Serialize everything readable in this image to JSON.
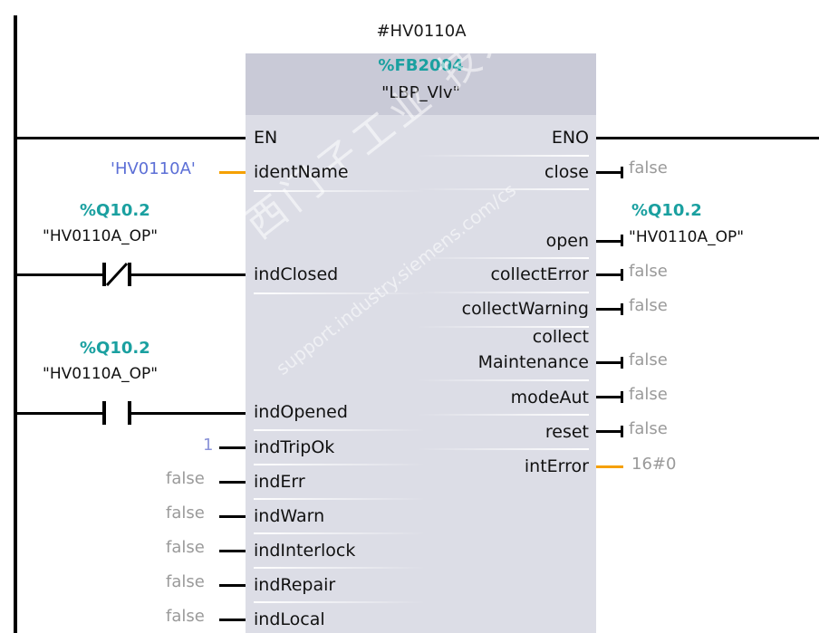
{
  "block": {
    "instance_name": "#HV0110A",
    "fb_number": "%FB2004",
    "fb_name": "\"LBP_Vlv\""
  },
  "inputs": [
    {
      "pin": "EN",
      "connection": "power-rail"
    },
    {
      "pin": "identName",
      "value": "'HV0110A'"
    },
    {
      "pin": "indClosed",
      "contact": "normally-closed",
      "address": "%Q10.2",
      "tag": "\"HV0110A_OP\""
    },
    {
      "pin": "indOpened",
      "contact": "normally-open",
      "address": "%Q10.2",
      "tag": "\"HV0110A_OP\""
    },
    {
      "pin": "indTripOk",
      "value": "1"
    },
    {
      "pin": "indErr",
      "value": "false"
    },
    {
      "pin": "indWarn",
      "value": "false"
    },
    {
      "pin": "indInterlock",
      "value": "false"
    },
    {
      "pin": "indRepair",
      "value": "false"
    },
    {
      "pin": "indLocal",
      "value": "false"
    }
  ],
  "outputs": [
    {
      "pin": "ENO",
      "connection": "rung"
    },
    {
      "pin": "close",
      "value": "false"
    },
    {
      "pin": "open",
      "address": "%Q10.2",
      "tag": "\"HV0110A_OP\""
    },
    {
      "pin": "collectError",
      "value": "false"
    },
    {
      "pin": "collectWarning",
      "value": "false"
    },
    {
      "pin_line1": "collect",
      "pin": "Maintenance",
      "value": "false"
    },
    {
      "pin": "modeAut",
      "value": "false"
    },
    {
      "pin": "reset",
      "value": "false"
    },
    {
      "pin": "intError",
      "value": "16#0"
    }
  ],
  "watermark": {
    "text": "西门子工业 技术论坛",
    "url": "support.industry.siemens.com/cs"
  },
  "colors": {
    "address": "#1aa0a0",
    "string_constant": "#5c6fd6",
    "false_value": "#9a9a9a",
    "int_wire": "#f5a000",
    "block_body": "#dcdde6",
    "block_header": "#c9cad7"
  }
}
